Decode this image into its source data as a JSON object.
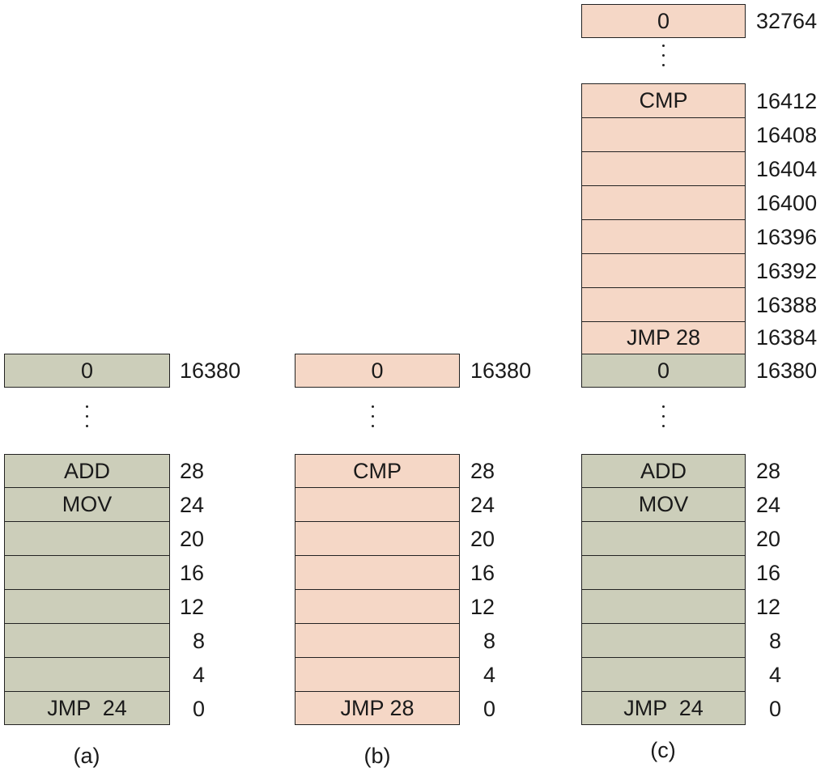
{
  "diagrams": [
    {
      "caption": "(a)",
      "color": "#ccceba",
      "top_block": {
        "label": "0",
        "address": "16380"
      },
      "rows": [
        {
          "label": "ADD",
          "address": "28"
        },
        {
          "label": "MOV",
          "address": "24"
        },
        {
          "label": "",
          "address": "20"
        },
        {
          "label": "",
          "address": "16"
        },
        {
          "label": "",
          "address": "12"
        },
        {
          "label": "",
          "address": "8"
        },
        {
          "label": "",
          "address": "4"
        },
        {
          "label": "JMP  24",
          "address": "0"
        }
      ]
    },
    {
      "caption": "(b)",
      "color": "#f5d7c6",
      "top_block": {
        "label": "0",
        "address": "16380"
      },
      "rows": [
        {
          "label": "CMP",
          "address": "28"
        },
        {
          "label": "",
          "address": "24"
        },
        {
          "label": "",
          "address": "20"
        },
        {
          "label": "",
          "address": "16"
        },
        {
          "label": "",
          "address": "12"
        },
        {
          "label": "",
          "address": "8"
        },
        {
          "label": "",
          "address": "4"
        },
        {
          "label": "JMP 28",
          "address": "0"
        }
      ]
    },
    {
      "caption": "(c)",
      "upper_color": "#f5d7c6",
      "lower_color": "#ccceba",
      "top_block": {
        "label": "0",
        "address": "32764"
      },
      "upper_rows": [
        {
          "label": "CMP",
          "address": "16412"
        },
        {
          "label": "",
          "address": "16408"
        },
        {
          "label": "",
          "address": "16404"
        },
        {
          "label": "",
          "address": "16400"
        },
        {
          "label": "",
          "address": "16396"
        },
        {
          "label": "",
          "address": "16392"
        },
        {
          "label": "",
          "address": "16388"
        },
        {
          "label": "JMP 28",
          "address": "16384"
        },
        {
          "label": "0",
          "address": "16380"
        }
      ],
      "rows": [
        {
          "label": "ADD",
          "address": "28"
        },
        {
          "label": "MOV",
          "address": "24"
        },
        {
          "label": "",
          "address": "20"
        },
        {
          "label": "",
          "address": "16"
        },
        {
          "label": "",
          "address": "12"
        },
        {
          "label": "",
          "address": "8"
        },
        {
          "label": "",
          "address": "4"
        },
        {
          "label": "JMP  24",
          "address": "0"
        }
      ]
    }
  ]
}
